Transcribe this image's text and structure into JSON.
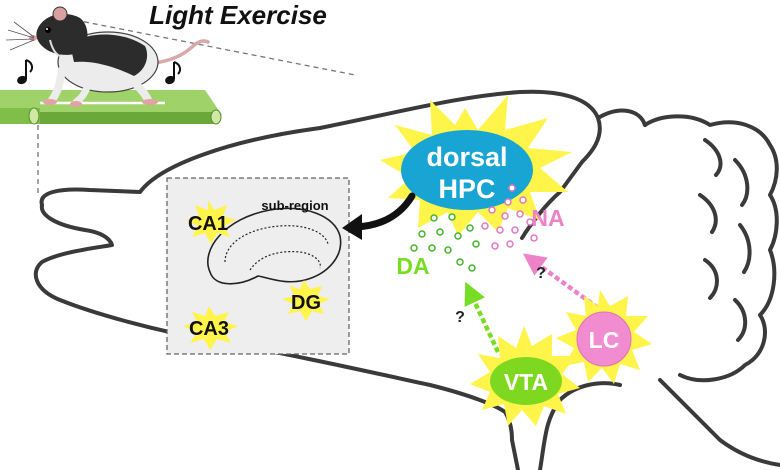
{
  "title": "Light Exercise",
  "hippocampus": {
    "line1": "dorsal",
    "line2": "HPC",
    "subregion_label": "sub-region",
    "subregions": [
      "CA1",
      "CA3",
      "DG"
    ]
  },
  "pathways": {
    "dopamine": {
      "label": "DA",
      "source": "VTA",
      "uncertainty": "?",
      "color": "#77dd22"
    },
    "noradrenaline": {
      "label": "NA",
      "source": "LC",
      "uncertainty": "?",
      "color": "#ee82c8"
    }
  },
  "colors": {
    "hpc_fill": "#18a5d4",
    "starburst": "#fff44a",
    "vta_fill": "#7fd820",
    "lc_fill": "#f28cd0",
    "treadmill": "#8dc84e",
    "outline": "#3a3a3a"
  },
  "icons": [
    "rat-illustration",
    "music-note-icon",
    "curved-arrow-icon"
  ]
}
